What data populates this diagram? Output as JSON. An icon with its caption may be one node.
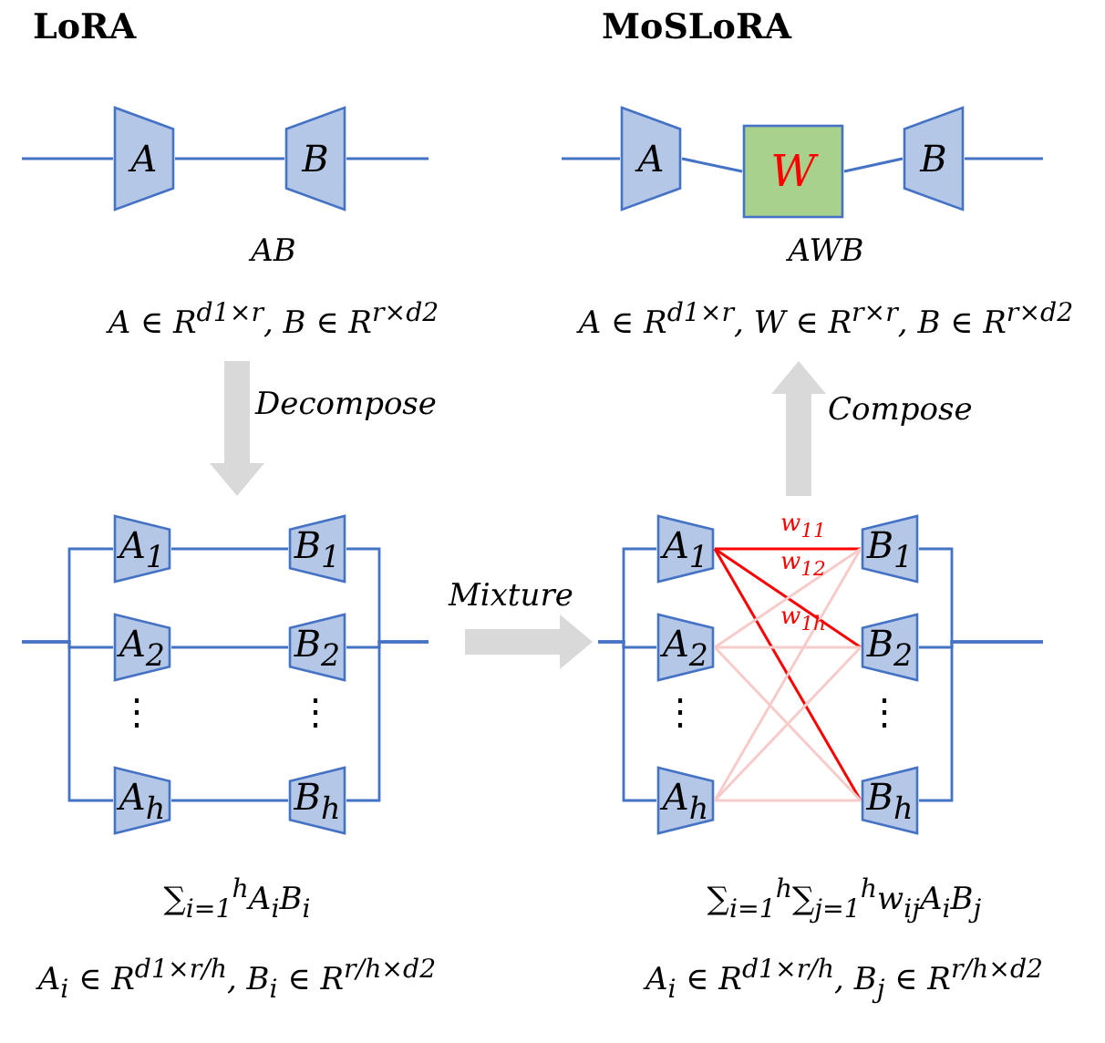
{
  "diagram": {
    "nodes": [
      {
        "text": [
          "LoRA",
          "AB",
          "A ∈ R$^{d1×r}$, B ∈ R$^{r×d2}$"
        ]
      },
      {
        "text": [
          "A"
        ],
        "in": 0
      },
      {
        "text": [
          "B"
        ],
        "in": 0
      },
      {
        "text": [
          "MoSLoRA",
          "AWB",
          "A ∈ R$^{d1×r}$, W ∈ R$^{r×r}$, B ∈ R$^{r×d2}$"
        ]
      },
      {
        "text": [
          "A"
        ],
        "in": 3
      },
      {
        "text": [
          "W"
        ],
        "in": 3
      },
      {
        "text": [
          "B"
        ],
        "in": 3
      },
      {
        "text": [
          "∑$_{i=1}$$^{h}$A$_{i}$B$_{i}$",
          "A$_{i}$ ∈ R$^{d1×r/h}$, B$_{i}$ ∈ R$^{r/h×d2}$"
        ]
      },
      {
        "text": [
          "A$_{1}$"
        ],
        "in": 7
      },
      {
        "text": [
          "A$_{2}$"
        ],
        "in": 7
      },
      {
        "text": [
          "A$_{h}$"
        ],
        "in": 7
      },
      {
        "text": [
          "B$_{1}$"
        ],
        "in": 7
      },
      {
        "text": [
          "B$_{2}$"
        ],
        "in": 7
      },
      {
        "text": [
          "B$_{h}$"
        ],
        "in": 7
      },
      {
        "text": [
          "∑$_{i=1}$$^{h}$∑$_{j=1}$$^{h}$w$_{ij}$A$_{i}$B$_{j}$",
          "A$_{i}$ ∈ R$^{d1×r/h}$, B$_{j}$ ∈ R$^{r/h×d2}$"
        ]
      },
      {
        "text": [
          "A$_{1}$"
        ],
        "in": 14
      },
      {
        "text": [
          "A$_{2}$"
        ],
        "in": 14
      },
      {
        "text": [
          "A$_{h}$"
        ],
        "in": 14
      },
      {
        "text": [
          "B$_{1}$"
        ],
        "in": 14
      },
      {
        "text": [
          "B$_{2}$"
        ],
        "in": 14
      },
      {
        "text": [
          "B$_{h}$"
        ],
        "in": 14
      }
    ],
    "edges": [
      {
        "from": 1,
        "to": 2,
        "arrow": "none"
      },
      {
        "from": 4,
        "to": 5,
        "arrow": "none"
      },
      {
        "from": 5,
        "to": 6,
        "arrow": "none"
      },
      {
        "from": 8,
        "to": 11,
        "arrow": "none"
      },
      {
        "from": 9,
        "to": 12,
        "arrow": "none"
      },
      {
        "from": 10,
        "to": 13,
        "arrow": "none"
      },
      {
        "from": 0,
        "to": 7,
        "arrow": "to",
        "label": "Decompose",
        "style": "thick",
        "color": "#d9d9d9"
      },
      {
        "from": 7,
        "to": 14,
        "arrow": "to",
        "label": "Mixture",
        "style": "thick",
        "color": "#d9d9d9"
      },
      {
        "from": 14,
        "to": 3,
        "arrow": "to",
        "label": "Compose",
        "style": "thick",
        "color": "#d9d9d9"
      },
      {
        "from": 15,
        "to": 18,
        "arrow": "none",
        "label": "w$_{11}$",
        "color": "#ff0000"
      },
      {
        "from": 15,
        "to": 19,
        "arrow": "none",
        "label": "w$_{12}$",
        "color": "#ff0000"
      },
      {
        "from": 15,
        "to": 20,
        "arrow": "none",
        "label": "w$_{1h}$",
        "color": "#ff0000"
      },
      {
        "from": 16,
        "to": 18,
        "arrow": "none",
        "color": "#f8cbcb"
      },
      {
        "from": 16,
        "to": 19,
        "arrow": "none",
        "color": "#f8cbcb"
      },
      {
        "from": 16,
        "to": 20,
        "arrow": "none",
        "color": "#f8cbcb"
      },
      {
        "from": 17,
        "to": 18,
        "arrow": "none",
        "color": "#f8cbcb"
      },
      {
        "from": 17,
        "to": 19,
        "arrow": "none",
        "color": "#f8cbcb"
      },
      {
        "from": 17,
        "to": 20,
        "arrow": "none",
        "color": "#f8cbcb"
      },
      {
        "from": null,
        "to": 1,
        "arrow": "none"
      },
      {
        "from": 2,
        "to": null,
        "arrow": "none"
      },
      {
        "from": null,
        "to": 4,
        "arrow": "none"
      },
      {
        "from": 6,
        "to": null,
        "arrow": "none"
      },
      {
        "from": null,
        "to": 8,
        "arrow": "none"
      },
      {
        "from": null,
        "to": 9,
        "arrow": "none"
      },
      {
        "from": null,
        "to": 10,
        "arrow": "none"
      },
      {
        "from": 11,
        "to": null,
        "arrow": "none"
      },
      {
        "from": 12,
        "to": null,
        "arrow": "none"
      },
      {
        "from": 13,
        "to": null,
        "arrow": "none"
      },
      {
        "from": null,
        "to": 15,
        "arrow": "none"
      },
      {
        "from": null,
        "to": 16,
        "arrow": "none"
      },
      {
        "from": null,
        "to": 17,
        "arrow": "none"
      },
      {
        "from": 18,
        "to": null,
        "arrow": "none"
      },
      {
        "from": 19,
        "to": null,
        "arrow": "none"
      },
      {
        "from": 20,
        "to": null,
        "arrow": "none"
      }
    ],
    "labels": [
      "⋮",
      "⋮",
      "⋮",
      "⋮"
    ]
  }
}
